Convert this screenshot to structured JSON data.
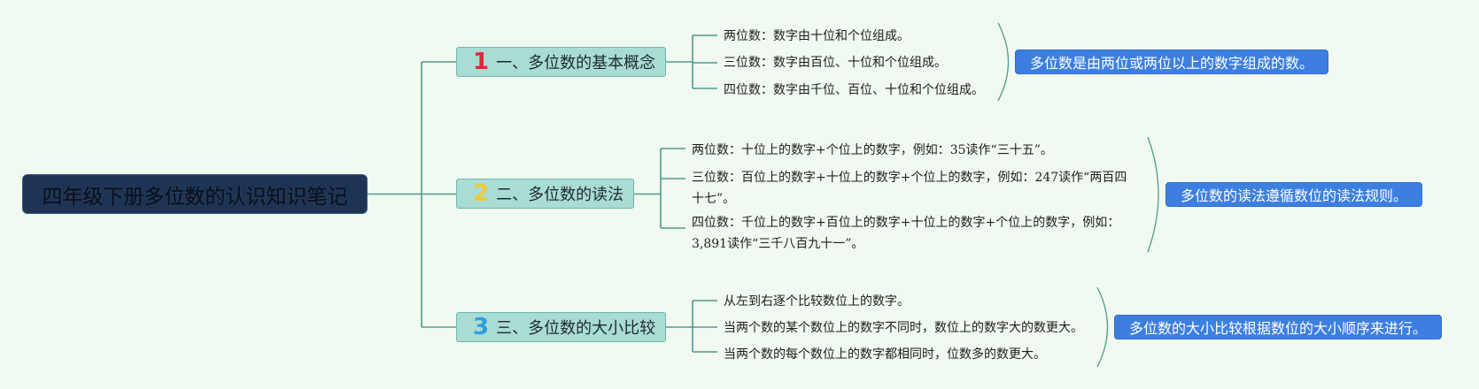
{
  "title": "四年级下册多位数的认识知识笔记",
  "colors": {
    "background": "#f0faf1",
    "root": "#1e3454",
    "branch": "#a9dcd3",
    "connector": "#4f9a8c",
    "summary": "#3d7fe0",
    "num1": "#e0283c",
    "num2": "#f2c83a",
    "num3": "#2f9ce0"
  },
  "branches": [
    {
      "number": "1",
      "label": "一、多位数的基本概念",
      "leaves": [
        "两位数：数字由十位和个位组成。",
        "三位数：数字由百位、十位和个位组成。",
        "四位数：数字由千位、百位、十位和个位组成。"
      ],
      "summary": "多位数是由两位或两位以上的数字组成的数。"
    },
    {
      "number": "2",
      "label": "二、多位数的读法",
      "leaves": [
        "两位数：十位上的数字+个位上的数字，例如：35读作“三十五”。",
        "三位数：百位上的数字+十位上的数字+个位上的数字，例如：247读作“两百四十七”。",
        "四位数：千位上的数字+百位上的数字+十位上的数字+个位上的数字，例如：3,891读作“三千八百九十一”。"
      ],
      "summary": "多位数的读法遵循数位的读法规则。"
    },
    {
      "number": "3",
      "label": "三、多位数的大小比较",
      "leaves": [
        "从左到右逐个比较数位上的数字。",
        "当两个数的某个数位上的数字不同时，数位上的数字大的数更大。",
        "当两个数的每个数位上的数字都相同时，位数多的数更大。"
      ],
      "summary": "多位数的大小比较根据数位的大小顺序来进行。"
    }
  ]
}
